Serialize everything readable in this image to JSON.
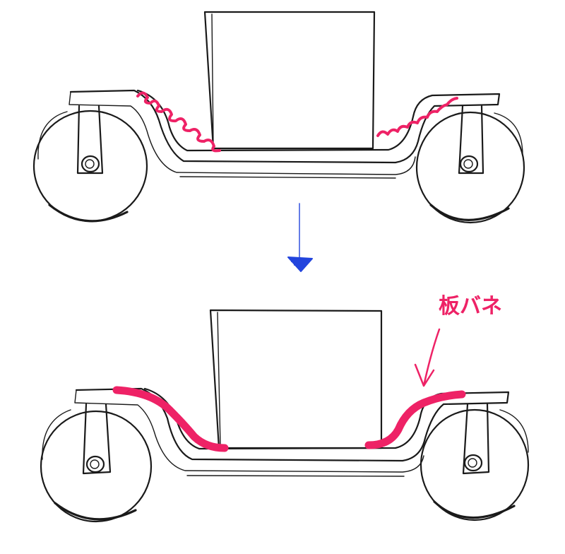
{
  "diagram": {
    "annotation_label": "板バネ",
    "colors": {
      "ink": "#1a1a1a",
      "spring_accent": "#ee2266",
      "transition_arrow": "#2244dd"
    },
    "before": {
      "suspension": "coil-springs"
    },
    "after": {
      "suspension": "leaf-springs"
    }
  }
}
